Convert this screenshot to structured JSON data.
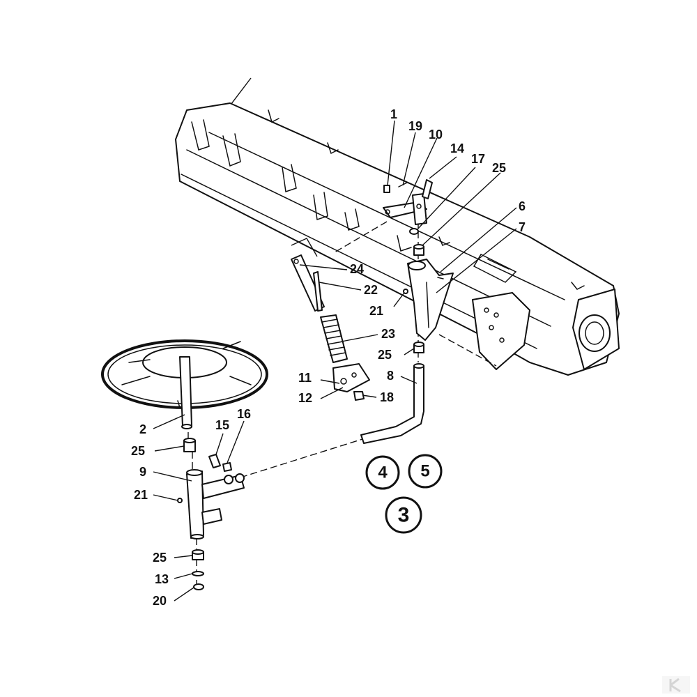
{
  "diagram": {
    "callouts": [
      {
        "id": "c-1",
        "text": "1"
      },
      {
        "id": "c-19",
        "text": "19"
      },
      {
        "id": "c-10",
        "text": "10"
      },
      {
        "id": "c-14",
        "text": "14"
      },
      {
        "id": "c-17",
        "text": "17"
      },
      {
        "id": "c-25a",
        "text": "25"
      },
      {
        "id": "c-6",
        "text": "6"
      },
      {
        "id": "c-7",
        "text": "7"
      },
      {
        "id": "c-24",
        "text": "24"
      },
      {
        "id": "c-22",
        "text": "22"
      },
      {
        "id": "c-21a",
        "text": "21"
      },
      {
        "id": "c-23",
        "text": "23"
      },
      {
        "id": "c-25b",
        "text": "25"
      },
      {
        "id": "c-8",
        "text": "8"
      },
      {
        "id": "c-11",
        "text": "11"
      },
      {
        "id": "c-12",
        "text": "12"
      },
      {
        "id": "c-18",
        "text": "18"
      },
      {
        "id": "c-2",
        "text": "2"
      },
      {
        "id": "c-15",
        "text": "15"
      },
      {
        "id": "c-16",
        "text": "16"
      },
      {
        "id": "c-25c",
        "text": "25"
      },
      {
        "id": "c-9",
        "text": "9"
      },
      {
        "id": "c-21b",
        "text": "21"
      },
      {
        "id": "c-25d",
        "text": "25"
      },
      {
        "id": "c-13",
        "text": "13"
      },
      {
        "id": "c-20",
        "text": "20"
      }
    ],
    "variants": [
      {
        "id": "v-4",
        "text": "4"
      },
      {
        "id": "v-5",
        "text": "5"
      },
      {
        "id": "v-3",
        "text": "3"
      }
    ]
  }
}
